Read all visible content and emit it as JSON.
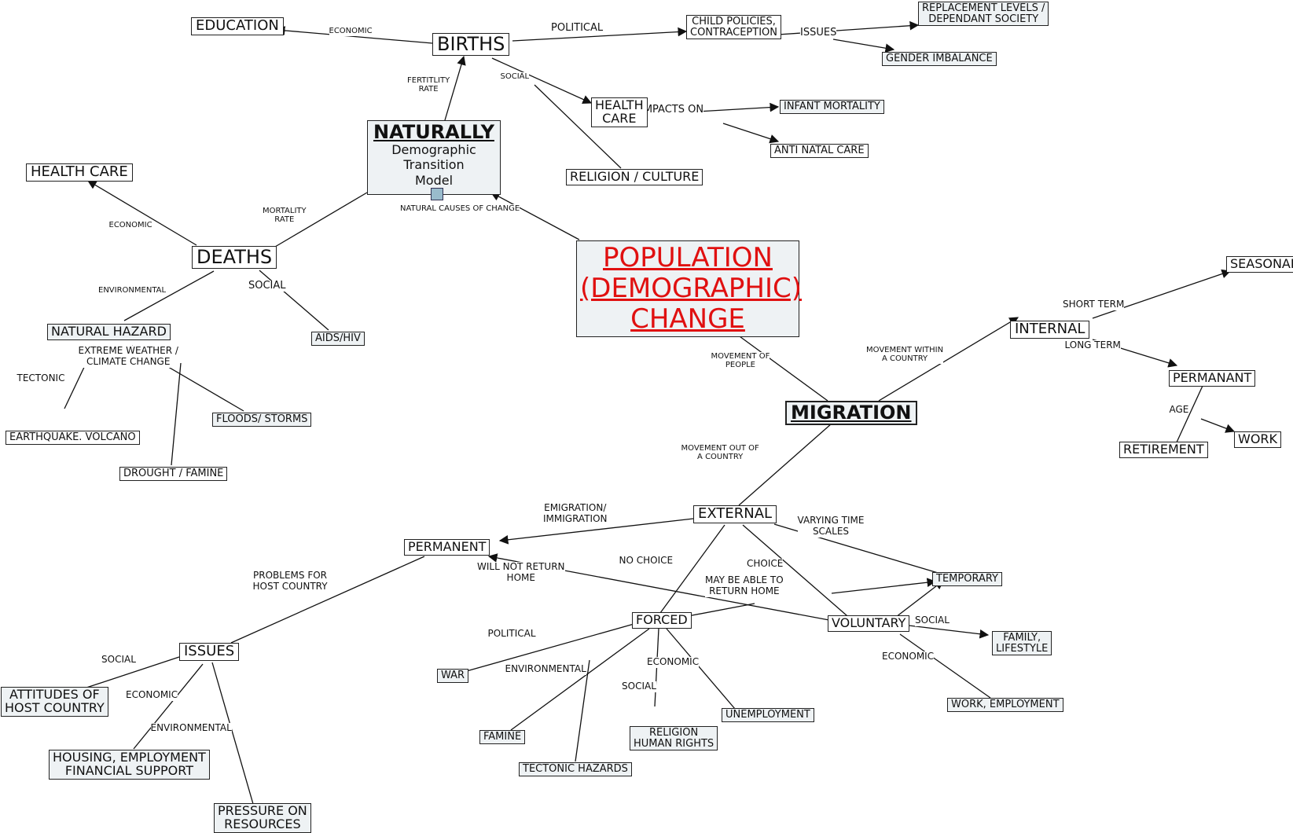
{
  "nodes": {
    "education": "EDUCATION",
    "births": "BIRTHS",
    "child_policies": "CHILD POLICIES,\nCONTRACEPTION",
    "replacement": "REPLACEMENT LEVELS /\nDEPENDANT SOCIETY",
    "gender": "GENDER IMBALANCE",
    "births_health_care": "HEALTH\nCARE",
    "infant_mortality": "INFANT MORTALITY",
    "anti_natal": "ANTI NATAL CARE",
    "religion_culture": "RELIGION / CULTURE",
    "naturally_title": "NATURALLY",
    "naturally_sub": "Demographic\nTransition\nModel",
    "deaths_health_care": "HEALTH CARE",
    "deaths": "DEATHS",
    "natural_hazard": "NATURAL HAZARD",
    "aids": "AIDS/HIV",
    "earthquake": "EARTHQUAKE. VOLCANO",
    "floods": "FLOODS/ STORMS",
    "drought": "DROUGHT / FAMINE",
    "population": "POPULATION\n(DEMOGRAPHIC)\nCHANGE",
    "migration": "MIGRATION",
    "internal": "INTERNAL",
    "seasonal": "SEASONAL",
    "permanant_int": "PERMANANT",
    "retirement": "RETIREMENT",
    "work": "WORK",
    "external": "EXTERNAL",
    "permanent_ext": "PERMANENT",
    "temporary": "TEMPORARY",
    "forced": "FORCED",
    "voluntary": "VOLUNTARY",
    "issues": "ISSUES",
    "attitudes": "ATTITUDES OF\nHOST COUNTRY",
    "housing": "HOUSING, EMPLOYMENT\nFINANCIAL SUPPORT",
    "pressure": "PRESSURE ON\nRESOURCES",
    "war": "WAR",
    "famine": "FAMINE",
    "tectonic_hazards": "TECTONIC HAZARDS",
    "religion_rights": "RELIGION\nHUMAN RIGHTS",
    "unemployment": "UNEMPLOYMENT",
    "family": "FAMILY,\nLIFESTYLE",
    "work_employment": "WORK, EMPLOYMENT"
  },
  "edge_labels": {
    "economic_births": "ECONOMIC",
    "political_births": "POLITICAL",
    "issues_births": "ISSUES",
    "social_births": "SOCIAL",
    "fertility": "FERTITLITY\nRATE",
    "impacts_on": "IMPACTS ON",
    "natural_causes": "NATURAL CAUSES OF CHANGE",
    "mortality": "MORTALITY\nRATE",
    "economic_deaths": "ECONOMIC",
    "environmental_deaths": "ENVIRONMENTAL",
    "social_deaths": "SOCIAL",
    "tectonic": "TECTONIC",
    "extreme_weather": "EXTREME WEATHER /\nCLIMATE CHANGE",
    "movement_people": "MOVEMENT OF\nPEOPLE",
    "movement_within": "MOVEMENT WITHIN\nA COUNTRY",
    "short_term": "SHORT TERM",
    "long_term": "LONG TERM",
    "age": "AGE",
    "movement_out": "MOVEMENT OUT OF\nA COUNTRY",
    "emigration": "EMIGRATION/\nIMMIGRATION",
    "varying_time": "VARYING TIME\nSCALES",
    "no_choice": "NO CHOICE",
    "choice": "CHOICE",
    "will_not_return": "WILL NOT RETURN\nHOME",
    "may_return": "MAY BE ABLE TO\nRETURN HOME",
    "problems_host": "PROBLEMS FOR\nHOST COUNTRY",
    "social_issues": "SOCIAL",
    "economic_issues": "ECONOMIC",
    "environmental_issues": "ENVIRONMENTAL",
    "political_forced": "POLITICAL",
    "environmental_forced": "ENVIRONMENTAL",
    "social_forced": "SOCIAL",
    "economic_forced": "ECONOMIC",
    "social_voluntary": "SOCIAL",
    "economic_voluntary": "ECONOMIC"
  },
  "colors": {
    "title_red": "#e01010",
    "node_shade": "#eef2f4",
    "line": "#111111"
  }
}
